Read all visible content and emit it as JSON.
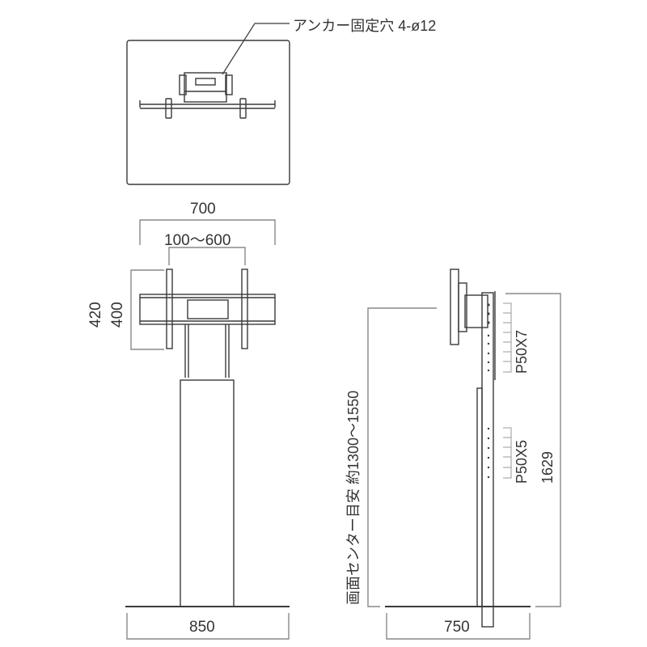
{
  "diagram": {
    "type": "technical-drawing",
    "subject": "TV floor stand dimensions",
    "colors": {
      "line": "#3a3a3a",
      "dim_line": "#888888",
      "text": "#333333",
      "background": "#ffffff"
    }
  },
  "top_view": {
    "callout": "アンカー固定穴 4-ø12"
  },
  "front_view": {
    "width_overall": "700",
    "vesa_width": "100〜600",
    "height_overall": "420",
    "vesa_height": "400",
    "base_width": "850"
  },
  "side_view": {
    "screen_center": "画面センター目安 約1300〜1550",
    "pitch_upper": "P50X7",
    "pitch_lower": "P50X5",
    "total_height": "1629",
    "base_depth": "750"
  }
}
